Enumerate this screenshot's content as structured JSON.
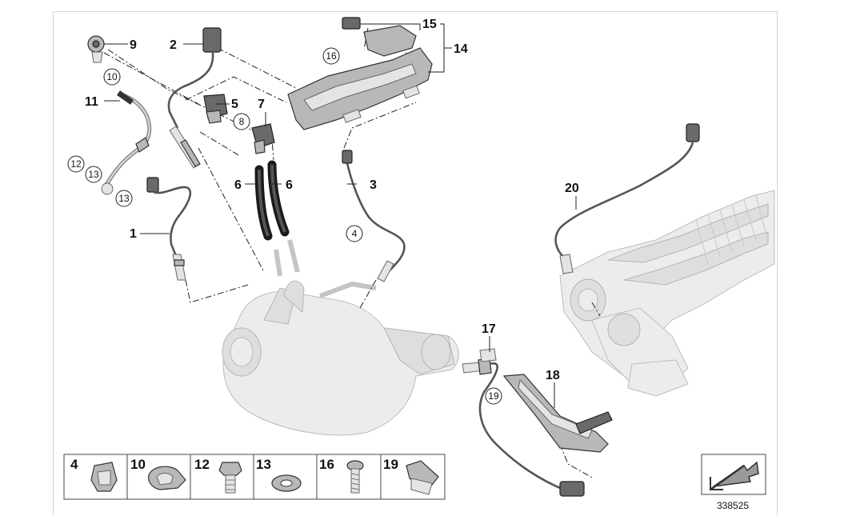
{
  "callouts": {
    "c1": "1",
    "c2": "2",
    "c3": "3",
    "c4": "4",
    "c5": "5",
    "c6a": "6",
    "c6b": "6",
    "c7": "7",
    "c8": "8",
    "c9": "9",
    "c10": "10",
    "c11": "11",
    "c12": "12",
    "c13a": "13",
    "c13b": "13",
    "c14": "14",
    "c15": "15",
    "c16": "16",
    "c17": "17",
    "c18": "18",
    "c19": "19",
    "c20": "20"
  },
  "legend": {
    "items": [
      {
        "num": "4"
      },
      {
        "num": "10"
      },
      {
        "num": "12"
      },
      {
        "num": "13"
      },
      {
        "num": "16"
      },
      {
        "num": "19"
      }
    ]
  },
  "reference_number": "338525",
  "icons": [
    "arrow-direction-icon"
  ]
}
